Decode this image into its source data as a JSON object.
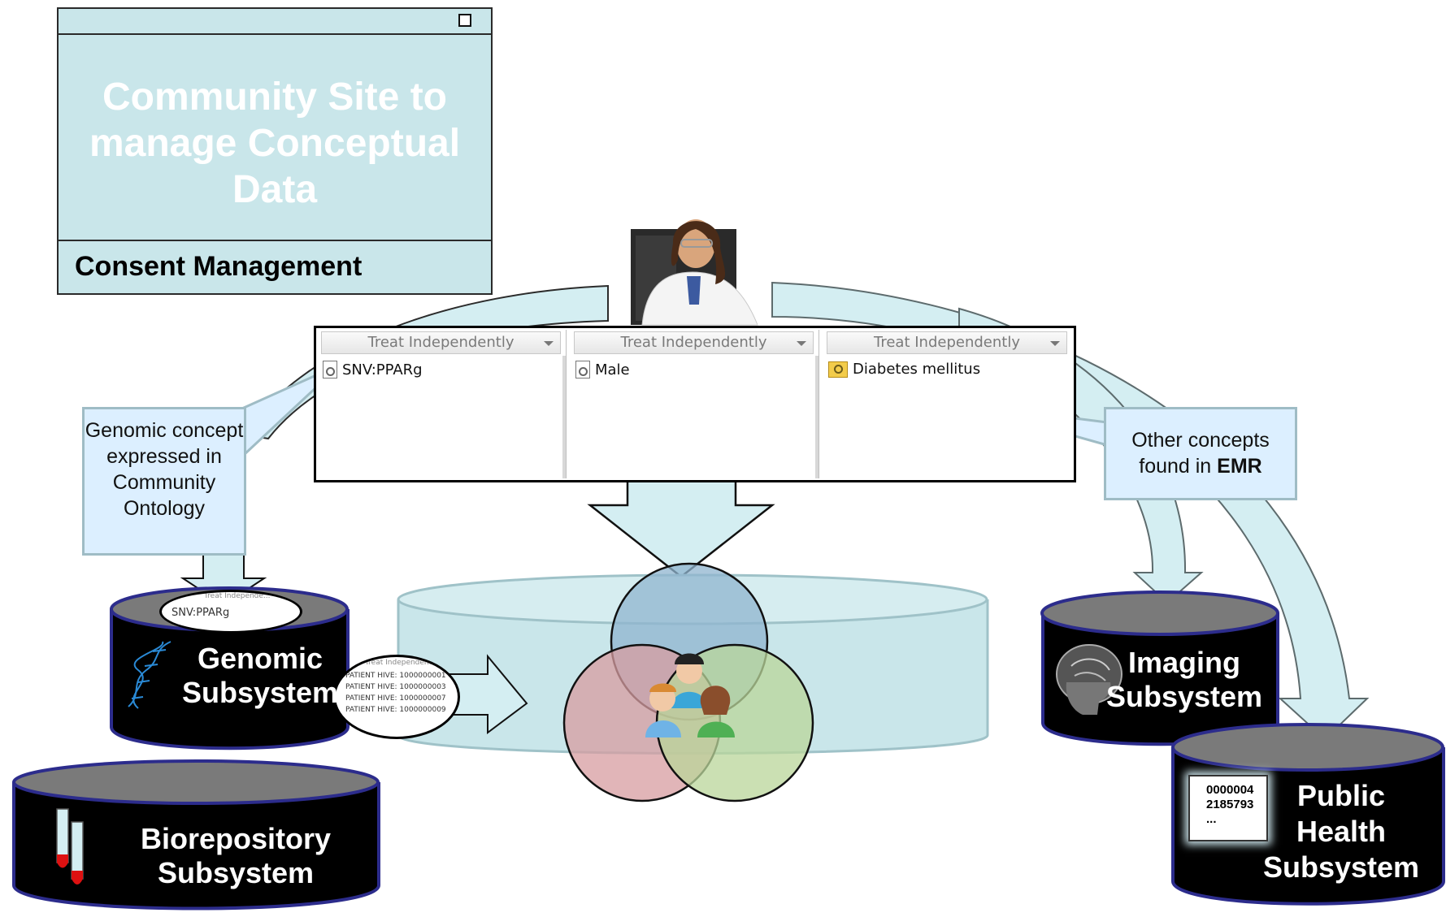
{
  "community_window": {
    "title": "Community Site to manage Conceptual Data",
    "footer": "Consent Management"
  },
  "concept_panel": {
    "columns": [
      {
        "header": "Treat Independently",
        "item": "SNV:PPARg"
      },
      {
        "header": "Treat Independently",
        "item": "Male"
      },
      {
        "header": "Treat Independently",
        "item": "Diabetes mellitus"
      }
    ]
  },
  "callouts": {
    "genomic": "Genomic concept expressed in Community Ontology",
    "other_prefix": "Other concepts found in ",
    "other_emphasis": "EMR"
  },
  "subsystems": {
    "genomic": [
      "Genomic",
      "Subsystem"
    ],
    "biorepository": [
      "Biorepository",
      "Subsystem"
    ],
    "imaging": [
      "Imaging",
      "Subsystem"
    ],
    "public_health": [
      "Public",
      "Health",
      "Subsystem"
    ]
  },
  "genomic_oval": {
    "header": "Treat Independe...",
    "item": "SNV:PPARg"
  },
  "patient_oval": {
    "header": "Treat Independent",
    "rows": [
      "PATIENT HIVE: 1000000001",
      "PATIENT HIVE: 1000000003",
      "PATIENT HIVE: 1000000007",
      "PATIENT HIVE: 1000000009"
    ]
  },
  "public_health_doc": {
    "lines": [
      "0000004",
      "2185793",
      "..."
    ]
  },
  "colors": {
    "window_fill": "#c9e6ea",
    "arrow_fill": "#d4eef2",
    "callout_fill": "#dcefff",
    "cylinder_top": "#7a7a7a",
    "cylinder_body": "#000000",
    "cylinder_rim": "#2c2c8c",
    "venn_blue": "#8fb4cf",
    "venn_red": "#d79ca0",
    "venn_green": "#b9d59a"
  }
}
